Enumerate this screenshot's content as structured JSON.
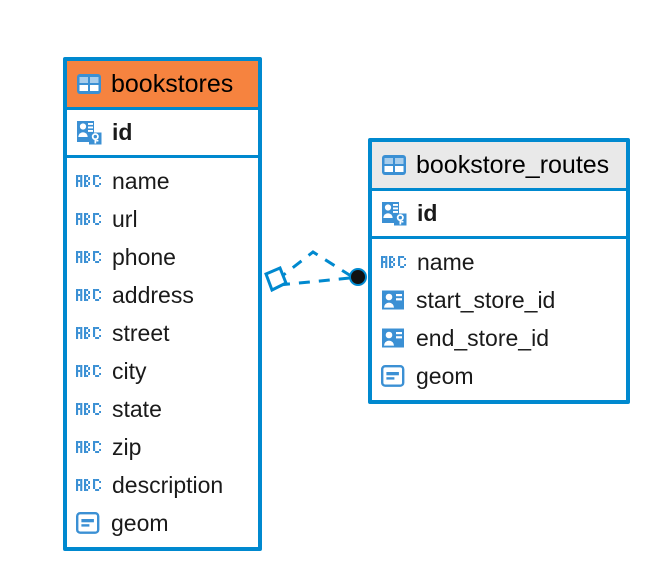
{
  "diagram": {
    "type": "er-diagram",
    "background_color": "#ffffff",
    "accent_color": "#0089cf",
    "highlight_color": "#f6833f",
    "neutral_header_color": "#e9e9e9",
    "entities": [
      {
        "name": "bookstores",
        "header_style": "accent",
        "table_icon": "table-icon",
        "primary_key": {
          "label": "id",
          "icon": "primary-key-icon"
        },
        "fields": [
          {
            "label": "name",
            "icon": "text-field-icon"
          },
          {
            "label": "url",
            "icon": "text-field-icon"
          },
          {
            "label": "phone",
            "icon": "text-field-icon"
          },
          {
            "label": "address",
            "icon": "text-field-icon"
          },
          {
            "label": "street",
            "icon": "text-field-icon"
          },
          {
            "label": "city",
            "icon": "text-field-icon"
          },
          {
            "label": "state",
            "icon": "text-field-icon"
          },
          {
            "label": "zip",
            "icon": "text-field-icon"
          },
          {
            "label": "description",
            "icon": "text-field-icon"
          },
          {
            "label": "geom",
            "icon": "geometry-field-icon"
          }
        ]
      },
      {
        "name": "bookstore_routes",
        "header_style": "plain",
        "table_icon": "table-icon",
        "primary_key": {
          "label": "id",
          "icon": "primary-key-icon"
        },
        "fields": [
          {
            "label": "name",
            "icon": "text-field-icon"
          },
          {
            "label": "start_store_id",
            "icon": "foreign-key-icon"
          },
          {
            "label": "end_store_id",
            "icon": "foreign-key-icon"
          },
          {
            "label": "geom",
            "icon": "geometry-field-icon"
          }
        ]
      }
    ],
    "relationships": [
      {
        "from_entity": "bookstores",
        "to_entity": "bookstore_routes",
        "to_field": "start_store_id",
        "line_style": "dashed",
        "source_marker": "diamond-marker",
        "target_marker": "dot-marker"
      },
      {
        "from_entity": "bookstores",
        "to_entity": "bookstore_routes",
        "to_field": "end_store_id",
        "line_style": "dashed",
        "source_marker": "diamond-marker",
        "target_marker": "dot-marker"
      }
    ]
  }
}
